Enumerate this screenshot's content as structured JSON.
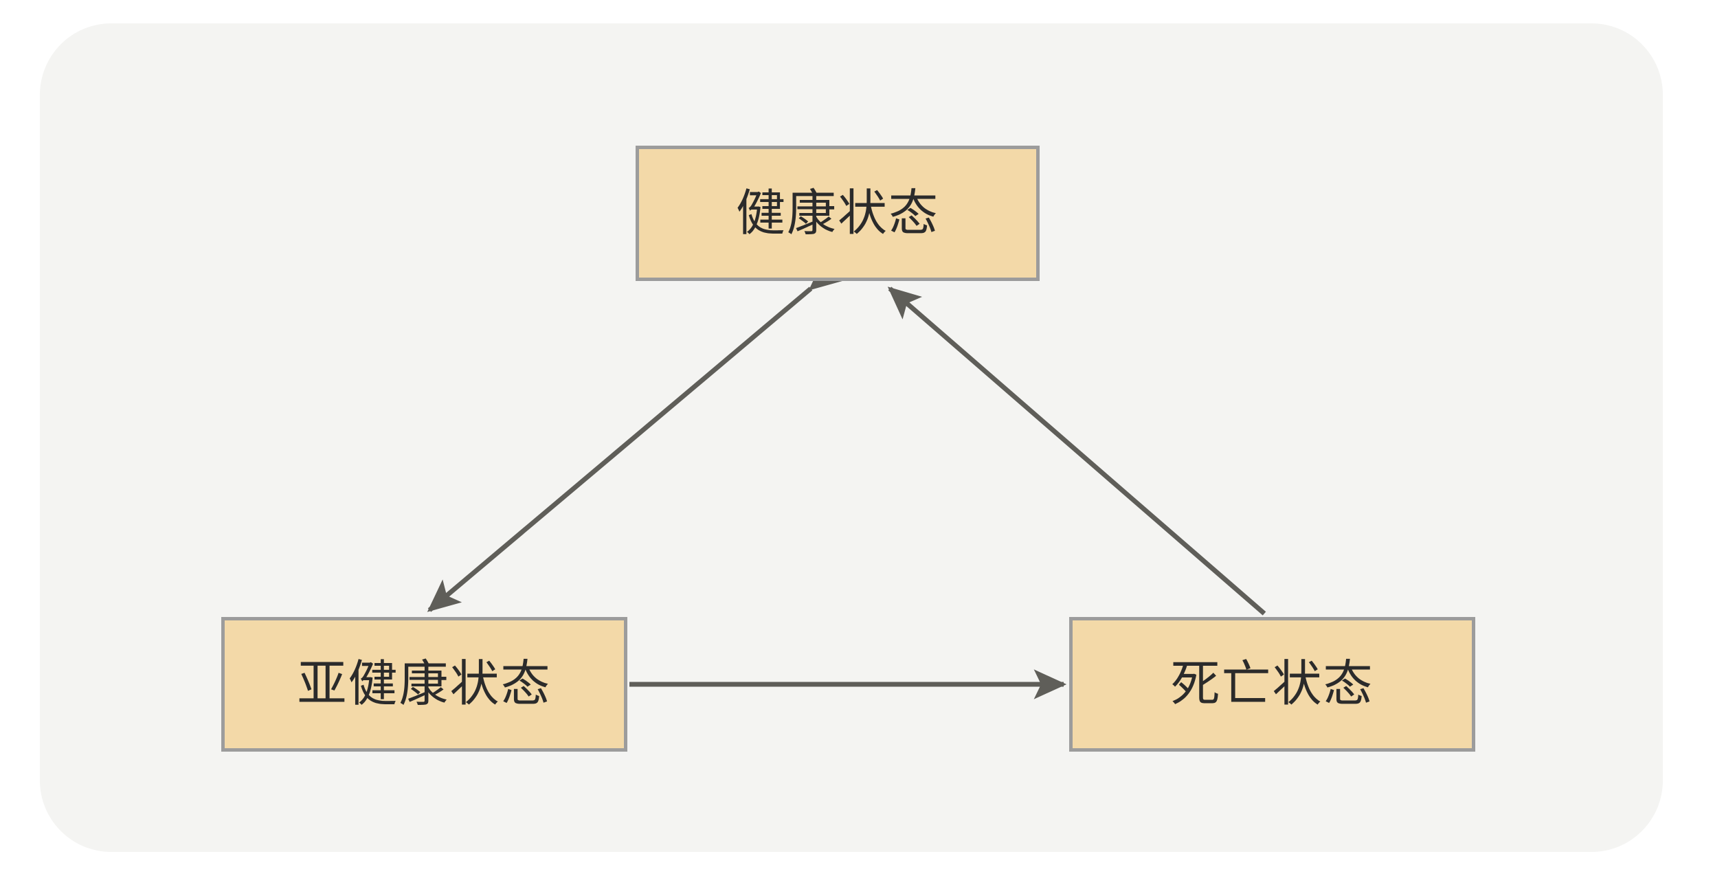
{
  "diagram": {
    "type": "state-transition-diagram",
    "background_color": "#F4F4F2",
    "page_background": "#ffffff",
    "node_fill": "#F3D9A8",
    "node_border": "#9C9C9C",
    "edge_color": "#5F5E59",
    "text_color": "#2B2B2B",
    "nodes": [
      {
        "id": "health",
        "label": "健康状态",
        "position": "top-center"
      },
      {
        "id": "subhealth",
        "label": "亚健康状态",
        "position": "bottom-left"
      },
      {
        "id": "death",
        "label": "死亡状态",
        "position": "bottom-right"
      }
    ],
    "edges": [
      {
        "id": "health-subhealth",
        "from": "健康状态",
        "to": "亚健康状态",
        "direction": "bidirectional",
        "label": ""
      },
      {
        "id": "subhealth-death",
        "from": "亚健康状态",
        "to": "死亡状态",
        "direction": "one-way",
        "label": ""
      },
      {
        "id": "death-health",
        "from": "死亡状态",
        "to": "健康状态",
        "direction": "one-way",
        "label": ""
      }
    ]
  }
}
